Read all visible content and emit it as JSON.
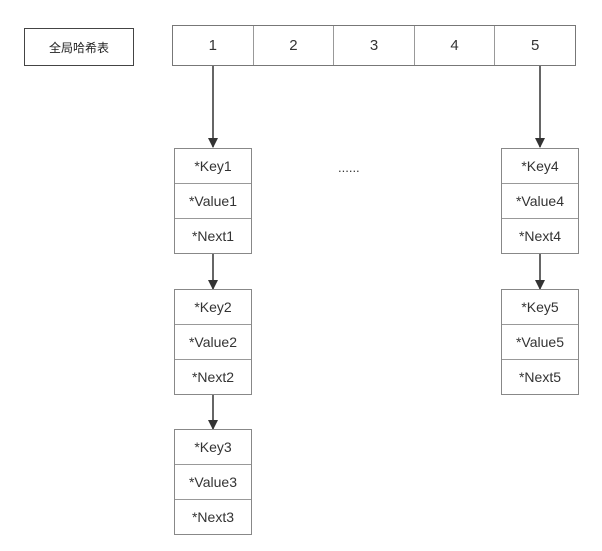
{
  "label": "全局哈希表",
  "slots": [
    "1",
    "2",
    "3",
    "4",
    "5"
  ],
  "ellipsis": "......",
  "chain_left": [
    {
      "key": "*Key1",
      "value": "*Value1",
      "next": "*Next1"
    },
    {
      "key": "*Key2",
      "value": "*Value2",
      "next": "*Next2"
    },
    {
      "key": "*Key3",
      "value": "*Value3",
      "next": "*Next3"
    }
  ],
  "chain_right": [
    {
      "key": "*Key4",
      "value": "*Value4",
      "next": "*Next4"
    },
    {
      "key": "*Key5",
      "value": "*Value5",
      "next": "*Next5"
    }
  ]
}
